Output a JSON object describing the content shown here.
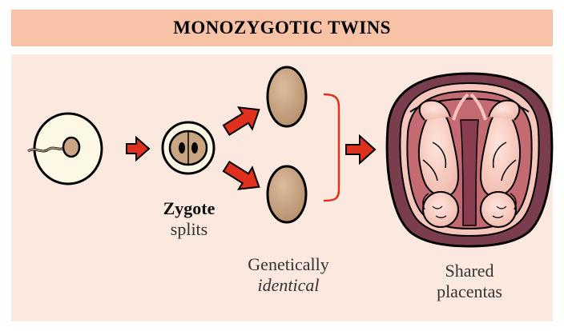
{
  "title": "MONOZYGOTIC TWINS",
  "labels": {
    "zygote_bold": "Zygote",
    "zygote_rest": "splits",
    "identical_line1": "Genetically",
    "identical_line2": "identical",
    "shared_line1": "Shared",
    "shared_line2": "placentas"
  },
  "colors": {
    "title_bg": "#f7c2a6",
    "panel_bg": "#fbe8de",
    "arrow": "#e0301e",
    "egg": "#c9a584",
    "cell": "#fdf8e6",
    "uterus": "#7a3d4e"
  },
  "icons": [
    "egg-with-sperm-icon",
    "zygote-cell-icon",
    "embryo-icon",
    "bracket-icon",
    "twins-in-uterus-icon",
    "arrow-icon"
  ]
}
